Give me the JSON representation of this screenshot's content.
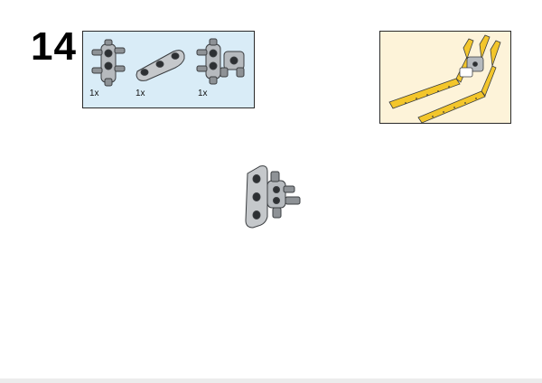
{
  "step": {
    "number": "14"
  },
  "parts_list": {
    "items": [
      {
        "name": "cross-axle-connector",
        "quantity": "1x",
        "color": "#a8acb0"
      },
      {
        "name": "beam-3",
        "quantity": "1x",
        "color": "#c5c8cb"
      },
      {
        "name": "axle-joiner-double",
        "quantity": "1x",
        "color": "#a8acb0"
      }
    ]
  },
  "preview": {
    "accent_color": "#f3c62b"
  },
  "colors": {
    "parts_bg": "#d9ecf7",
    "preview_bg": "#fdf3d9",
    "part_gray": "#a8acb0",
    "part_light_gray": "#c5c8cb",
    "part_yellow": "#f3c62b"
  }
}
